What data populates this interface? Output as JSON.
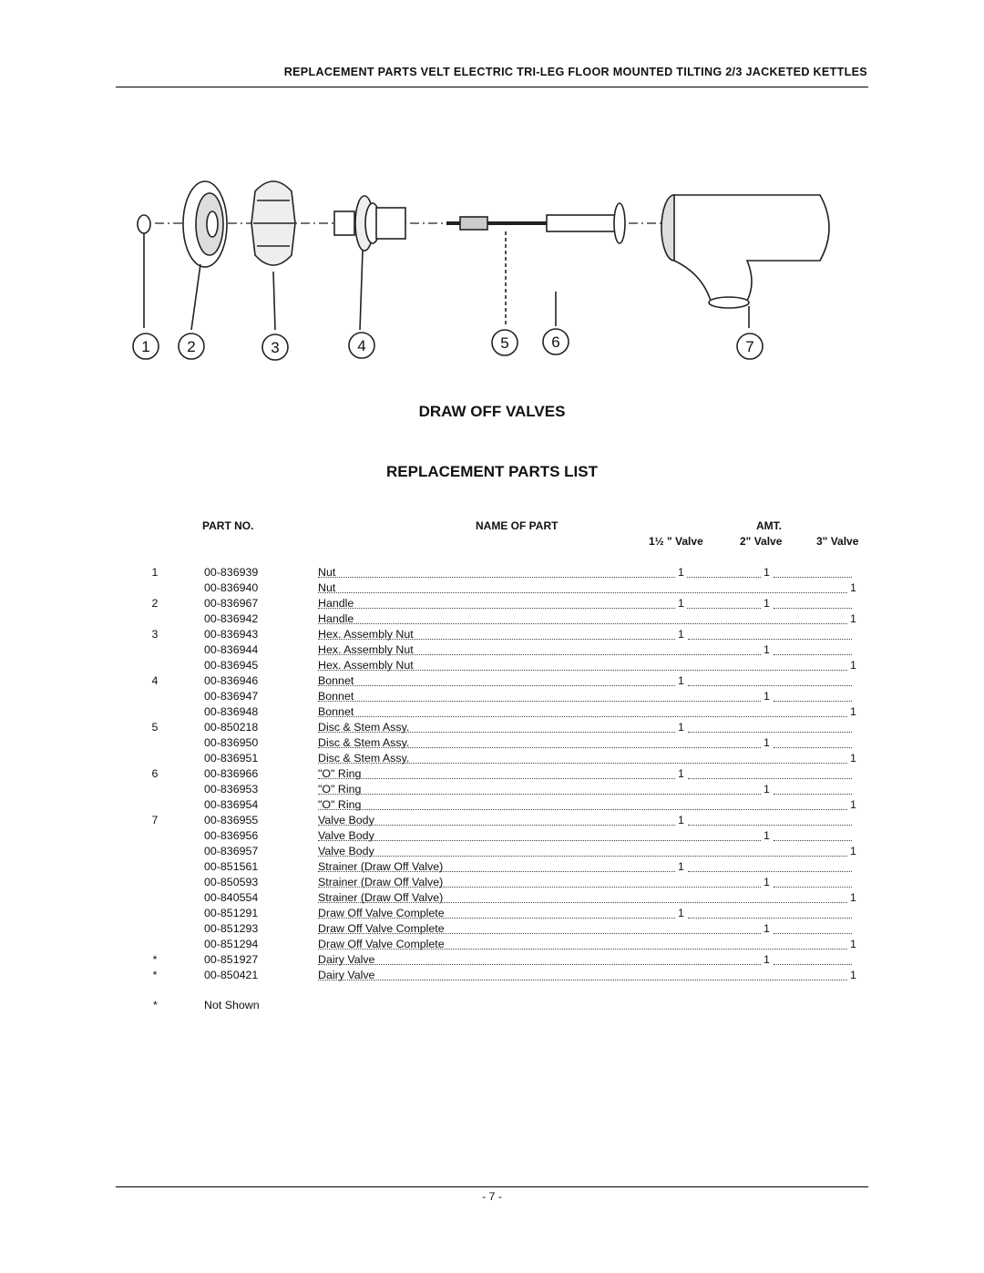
{
  "header": {
    "title": "REPLACEMENT PARTS VELT ELECTRIC TRI-LEG FLOOR MOUNTED TILTING 2/3 JACKETED KETTLES"
  },
  "diagram": {
    "callouts": [
      "1",
      "2",
      "3",
      "4",
      "5",
      "6",
      "7"
    ]
  },
  "titles": {
    "section": "DRAW OFF VALVES",
    "list": "REPLACEMENT PARTS LIST"
  },
  "table": {
    "col_part_no": "PART NO.",
    "col_name": "NAME OF PART",
    "col_amt": "AMT.",
    "sub_1": "1½ \" Valve",
    "sub_2": "2\" Valve",
    "sub_3": "3\" Valve",
    "rows": [
      {
        "idx": "1",
        "part": "00-836939",
        "name": "Nut",
        "a1": "1",
        "a2": "1",
        "a3": ""
      },
      {
        "idx": "",
        "part": "00-836940",
        "name": "Nut",
        "a1": "",
        "a2": "",
        "a3": "1"
      },
      {
        "idx": "2",
        "part": "00-836967",
        "name": "Handle",
        "a1": "1",
        "a2": "1",
        "a3": ""
      },
      {
        "idx": "",
        "part": "00-836942",
        "name": "Handle",
        "a1": "",
        "a2": "",
        "a3": "1"
      },
      {
        "idx": "3",
        "part": "00-836943",
        "name": "Hex. Assembly Nut",
        "a1": "1",
        "a2": "",
        "a3": ""
      },
      {
        "idx": "",
        "part": "00-836944",
        "name": "Hex. Assembly Nut",
        "a1": "",
        "a2": "1",
        "a3": ""
      },
      {
        "idx": "",
        "part": "00-836945",
        "name": "Hex. Assembly Nut",
        "a1": "",
        "a2": "",
        "a3": "1"
      },
      {
        "idx": "4",
        "part": "00-836946",
        "name": "Bonnet",
        "a1": "1",
        "a2": "",
        "a3": ""
      },
      {
        "idx": "",
        "part": "00-836947",
        "name": "Bonnet",
        "a1": "",
        "a2": "1",
        "a3": ""
      },
      {
        "idx": "",
        "part": "00-836948",
        "name": "Bonnet",
        "a1": "",
        "a2": "",
        "a3": "1"
      },
      {
        "idx": "5",
        "part": "00-850218",
        "name": "Disc & Stem Assy.",
        "a1": "1",
        "a2": "",
        "a3": ""
      },
      {
        "idx": "",
        "part": "00-836950",
        "name": "Disc & Stem Assy.",
        "a1": "",
        "a2": "1",
        "a3": ""
      },
      {
        "idx": "",
        "part": "00-836951",
        "name": "Disc & Stem Assy.",
        "a1": "",
        "a2": "",
        "a3": "1"
      },
      {
        "idx": "6",
        "part": "00-836966",
        "name": "\"O\" Ring",
        "a1": "1",
        "a2": "",
        "a3": ""
      },
      {
        "idx": "",
        "part": "00-836953",
        "name": "\"O\" Ring",
        "a1": "",
        "a2": "1",
        "a3": ""
      },
      {
        "idx": "",
        "part": "00-836954",
        "name": "\"O\" Ring",
        "a1": "",
        "a2": "",
        "a3": "1"
      },
      {
        "idx": "7",
        "part": "00-836955",
        "name": "Valve Body",
        "a1": "1",
        "a2": "",
        "a3": ""
      },
      {
        "idx": "",
        "part": "00-836956",
        "name": "Valve Body",
        "a1": "",
        "a2": "1",
        "a3": ""
      },
      {
        "idx": "",
        "part": "00-836957",
        "name": "Valve Body",
        "a1": "",
        "a2": "",
        "a3": "1"
      },
      {
        "idx": "",
        "part": "00-851561",
        "name": "Strainer (Draw Off Valve)",
        "a1": "1",
        "a2": "",
        "a3": ""
      },
      {
        "idx": "",
        "part": "00-850593",
        "name": "Strainer (Draw Off Valve)",
        "a1": "",
        "a2": "1",
        "a3": ""
      },
      {
        "idx": "",
        "part": "00-840554",
        "name": "Strainer (Draw Off Valve)",
        "a1": "",
        "a2": "",
        "a3": "1"
      },
      {
        "idx": "",
        "part": "00-851291",
        "name": "Draw Off Valve Complete",
        "a1": "1",
        "a2": "",
        "a3": ""
      },
      {
        "idx": "",
        "part": "00-851293",
        "name": "Draw Off Valve Complete",
        "a1": "",
        "a2": "1",
        "a3": ""
      },
      {
        "idx": "",
        "part": "00-851294",
        "name": "Draw Off Valve Complete",
        "a1": "",
        "a2": "",
        "a3": "1"
      },
      {
        "idx": "*",
        "part": "00-851927",
        "name": "Dairy Valve",
        "a1": "",
        "a2": "1",
        "a3": ""
      },
      {
        "idx": "*",
        "part": "00-850421",
        "name": "Dairy Valve",
        "a1": "",
        "a2": "",
        "a3": "1"
      }
    ]
  },
  "note": {
    "symbol": "*",
    "text": "Not Shown"
  },
  "footer": {
    "page": "- 7 -"
  }
}
